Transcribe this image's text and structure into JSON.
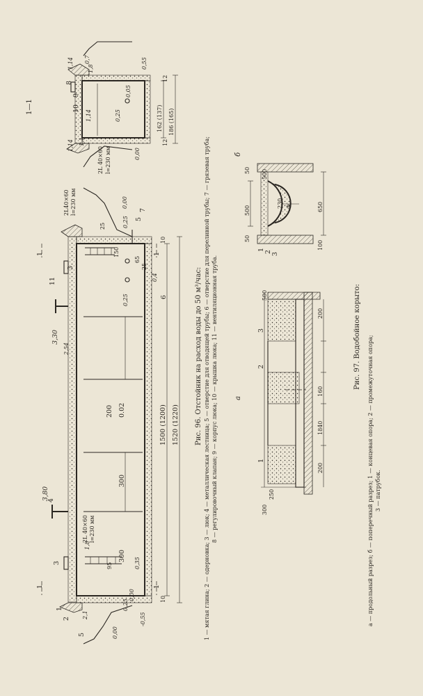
{
  "fig96": {
    "caption": "Рис. 96. Отстойник на расход воды до 50 м³/час:",
    "legend_1": "1 — мятая глина; 2 — одерновка; 3 — люк; 4 — металлическая лестница; 5 — отверстие для отводящей трубы; 6 — отверстие для переливной трубы; 7 — грязевая труба;",
    "legend_2": "8 — регулировочный клапан; 9 — корпус люка; 10 — крышка люка; 11 — вентиляционная труба.",
    "section_title": "1—1",
    "dims": {
      "d1500": "1500 (1200)",
      "d1520": "1520 (1220)",
      "d300a": "300",
      "d300b": "300",
      "d200": "200",
      "d002": "0.02",
      "d95": "95",
      "d150": "150",
      "d65": "65",
      "d25a": "25",
      "d25b": "25",
      "d10a": "10",
      "d10b": "10",
      "d162": "162 (137)",
      "d186": "186 (165)",
      "d12a": "12",
      "d12b": "12"
    },
    "marks": {
      "m380": "3,80",
      "m336": "3,30",
      "m254": "2,54",
      "m000a": "0,00",
      "m000b": "0,00",
      "m000c": "0,00",
      "m000d": "0,00",
      "m025a": "0,25",
      "m025b": "0,25",
      "m025c": "0,25",
      "m025d": "0,25",
      "m055a": "-0,55",
      "m055b": "0,55",
      "m035": "0,35",
      "m005": "0,05",
      "m114a": "1,14",
      "m114b": "1,14",
      "m114c": "1,14",
      "m071": "0,7",
      "m21": "2,1",
      "m18a": "1,8",
      "m18b": "1,8",
      "m11": "1,1",
      "m04": "0,4"
    },
    "steel": {
      "s1": "2L 40×60",
      "s1l": "l=230 мм",
      "s2": "2L 40×60",
      "s2l": "l=230 мм",
      "s3": "2L40×60",
      "s3l": "l=230 мм"
    },
    "labels": [
      "1",
      "2",
      "3",
      "3",
      "4",
      "5",
      "5",
      "6",
      "7",
      "8",
      "9",
      "10",
      "11",
      "1",
      "1",
      "1",
      "1"
    ]
  },
  "fig97": {
    "caption": "Рис. 97. Водобойное корыто:",
    "legend_1": "а — продольный разрез; б — поперечный разрез; 1 — концевая опора; 2 — промежуточная опора;",
    "legend_2": "3 — патрубок.",
    "sub_a": "а",
    "sub_b": "б",
    "dims": {
      "a300": "300",
      "a250": "250",
      "a200a": "200",
      "a1840": "1840",
      "a160": "160",
      "a200b": "200",
      "a500": "500",
      "b500a": "500",
      "b500b": "500",
      "b650": "650",
      "b50a": "50",
      "b50b": "50",
      "b230": "230",
      "b100": "100",
      "phi": "Ф"
    },
    "labels": [
      "1",
      "2",
      "3",
      "1",
      "2",
      "3"
    ]
  }
}
